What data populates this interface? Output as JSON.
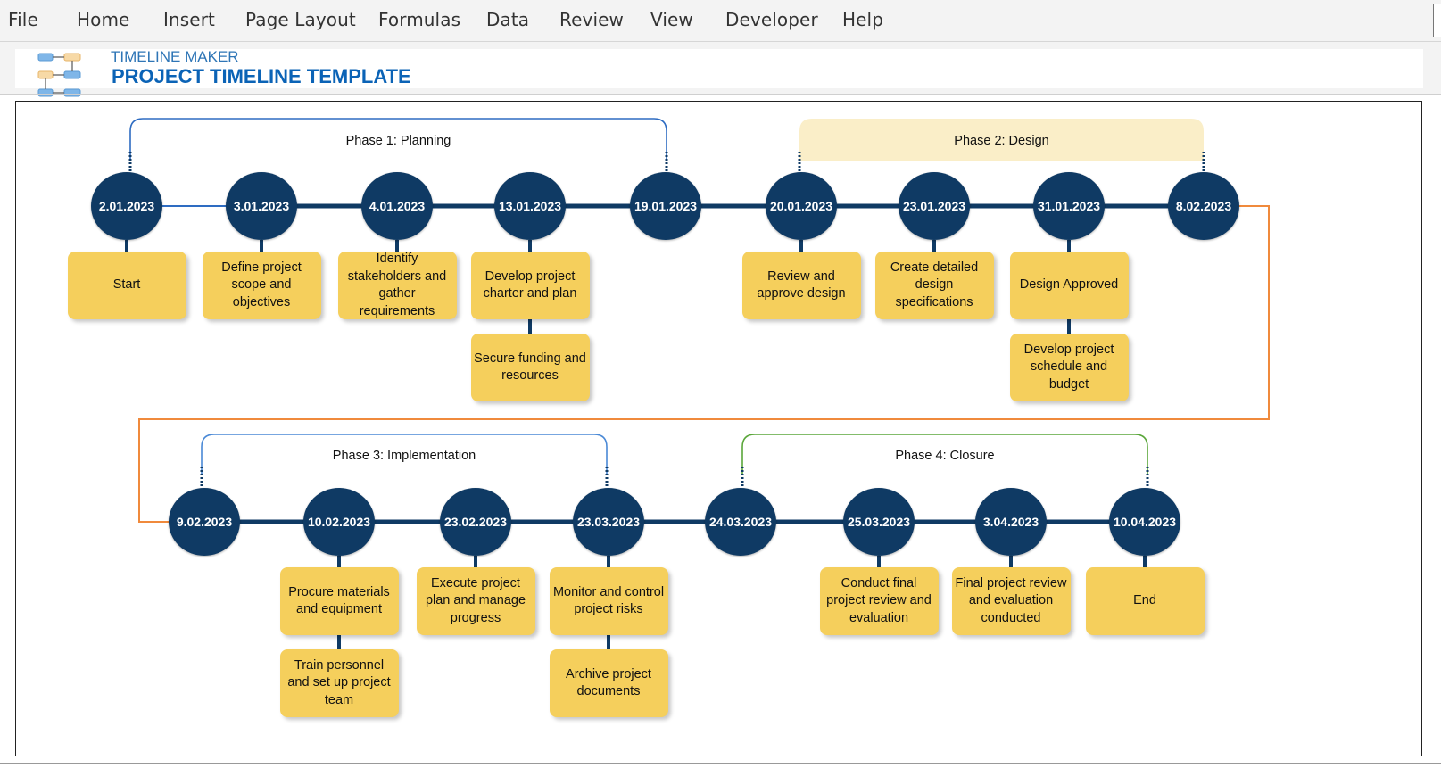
{
  "menu": [
    "File",
    "Home",
    "Insert",
    "Page Layout",
    "Formulas",
    "Data",
    "Review",
    "View",
    "Developer",
    "Help"
  ],
  "header": {
    "app_name": "TIMELINE MAKER",
    "title": "PROJECT TIMELINE TEMPLATE"
  },
  "colors": {
    "node": "#0f3a64",
    "task": "#f5cf5c",
    "connector": "#f08a3c",
    "phase_planning": "#2e6cc2",
    "phase_design_fill": "#faeec8",
    "phase_implementation": "#4a89d6",
    "phase_closure": "#5aa63a"
  },
  "timeline": {
    "phases": [
      {
        "id": "phase1",
        "label": "Phase 1: Planning",
        "style": "outline"
      },
      {
        "id": "phase2",
        "label": "Phase 2: Design",
        "style": "filled"
      },
      {
        "id": "phase3",
        "label": "Phase 3: Implementation",
        "style": "outline"
      },
      {
        "id": "phase4",
        "label": "Phase 4: Closure",
        "style": "outline"
      }
    ],
    "milestones": [
      {
        "date": "2.01.2023",
        "tasks": [
          "Start"
        ]
      },
      {
        "date": "3.01.2023",
        "tasks": [
          "Define project scope and objectives"
        ]
      },
      {
        "date": "4.01.2023",
        "tasks": [
          "Identify stakeholders and gather requirements"
        ]
      },
      {
        "date": "13.01.2023",
        "tasks": [
          "Develop project charter and plan",
          "Secure funding and resources"
        ]
      },
      {
        "date": "19.01.2023",
        "tasks": []
      },
      {
        "date": "20.01.2023",
        "tasks": [
          "Review and approve design"
        ]
      },
      {
        "date": "23.01.2023",
        "tasks": [
          "Create detailed design specifications"
        ]
      },
      {
        "date": "31.01.2023",
        "tasks": [
          "Design Approved",
          "Develop project schedule and budget"
        ]
      },
      {
        "date": "8.02.2023",
        "tasks": []
      },
      {
        "date": "9.02.2023",
        "tasks": []
      },
      {
        "date": "10.02.2023",
        "tasks": [
          "Procure materials and equipment",
          "Train personnel and set up project team"
        ]
      },
      {
        "date": "23.02.2023",
        "tasks": [
          "Execute project plan and manage progress"
        ]
      },
      {
        "date": "23.03.2023",
        "tasks": [
          "Monitor and control project risks",
          "Archive project documents"
        ]
      },
      {
        "date": "24.03.2023",
        "tasks": []
      },
      {
        "date": "25.03.2023",
        "tasks": [
          "Conduct final project review and evaluation"
        ]
      },
      {
        "date": "3.04.2023",
        "tasks": [
          "Final project review and evaluation conducted"
        ]
      },
      {
        "date": "10.04.2023",
        "tasks": [
          "End"
        ]
      }
    ]
  }
}
